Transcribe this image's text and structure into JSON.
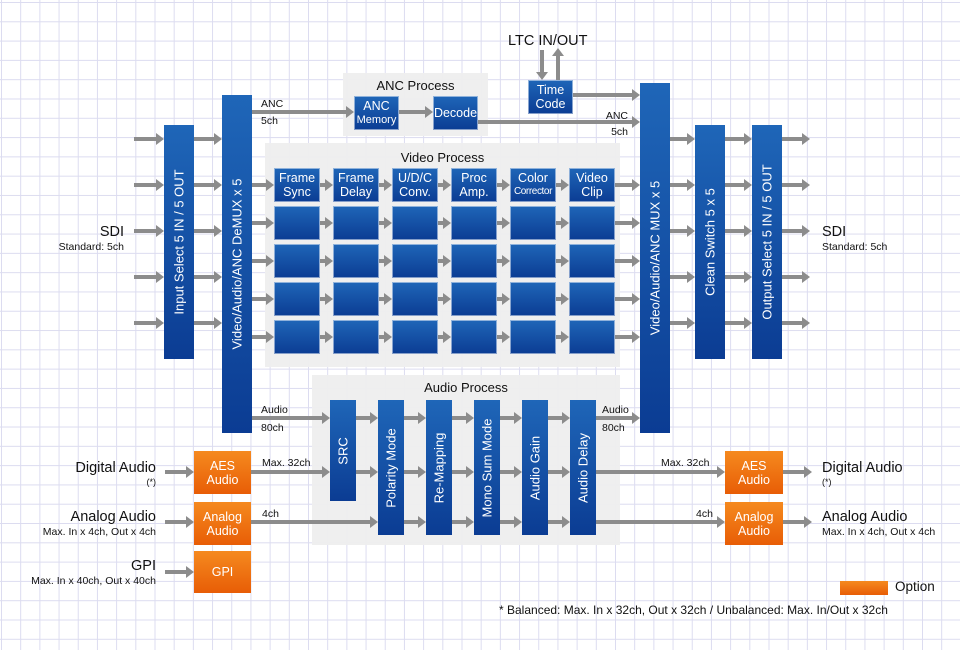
{
  "colors": {
    "block_blue": "#1556a9",
    "option_orange": "#f0700f",
    "arrow_gray": "#8c8c8c",
    "panel_gray": "#eeeeee",
    "grid": "#dcdcf0"
  },
  "ltc": {
    "label": "LTC IN/OUT",
    "time_code": [
      "Time",
      "Code"
    ]
  },
  "anc_process": {
    "title": "ANC Process",
    "anc_memory": [
      "ANC",
      "Memory"
    ],
    "decode": "Decode"
  },
  "video_process": {
    "title": "Video Process",
    "columns": [
      {
        "line1": "Frame",
        "line2": "Sync"
      },
      {
        "line1": "Frame",
        "line2": "Delay"
      },
      {
        "line1": "U/D/C",
        "line2": "Conv."
      },
      {
        "line1": "Proc",
        "line2": "Amp."
      },
      {
        "line1": "Color",
        "line2": "Corrector"
      },
      {
        "line1": "Video",
        "line2": "Clip"
      }
    ],
    "rows": 5
  },
  "audio_process": {
    "title": "Audio Process",
    "blocks": [
      "SRC",
      "Polarity Mode",
      "Re-Mapping",
      "Mono Sum Mode",
      "Audio Gain",
      "Audio Delay"
    ]
  },
  "vertical_blocks": {
    "input_select": "Input Select 5 IN / 5 OUT",
    "demux": "Video/Audio/ANC DeMUX x 5",
    "mux": "Video/Audio/ANC MUX x 5",
    "clean_switch": "Clean Switch 5 x 5",
    "output_select": "Output Select 5 IN / 5 OUT"
  },
  "flow_labels": {
    "anc_in": [
      "ANC",
      "5ch"
    ],
    "anc_out": [
      "ANC",
      "5ch"
    ],
    "audio_in": [
      "Audio",
      "80ch"
    ],
    "audio_out": [
      "Audio",
      "80ch"
    ],
    "aes_in": "Max. 32ch",
    "aes_out": "Max. 32ch",
    "analog_in": "4ch",
    "analog_out": "4ch"
  },
  "inputs": {
    "sdi": {
      "title": "SDI",
      "sub": "Standard: 5ch"
    },
    "digital_audio": {
      "title": "Digital Audio",
      "sub": "(*)"
    },
    "analog_audio": {
      "title": "Analog Audio",
      "sub": "Max. In x 4ch, Out x 4ch"
    },
    "gpi": {
      "title": "GPI",
      "sub": "Max. In x 40ch, Out x 40ch"
    }
  },
  "outputs": {
    "sdi": {
      "title": "SDI",
      "sub": "Standard: 5ch"
    },
    "digital_audio": {
      "title": "Digital Audio",
      "sub": "(*)"
    },
    "analog_audio": {
      "title": "Analog Audio",
      "sub": "Max. In x 4ch, Out x 4ch"
    }
  },
  "option_blocks": {
    "aes_in": [
      "AES",
      "Audio"
    ],
    "analog_in": [
      "Analog",
      "Audio"
    ],
    "gpi": "GPI",
    "aes_out": [
      "AES",
      "Audio"
    ],
    "analog_out": [
      "Analog",
      "Audio"
    ]
  },
  "legend": {
    "option_label": "Option"
  },
  "footnote": "* Balanced: Max. In x 32ch, Out x 32ch / Unbalanced: Max. In/Out x 32ch"
}
